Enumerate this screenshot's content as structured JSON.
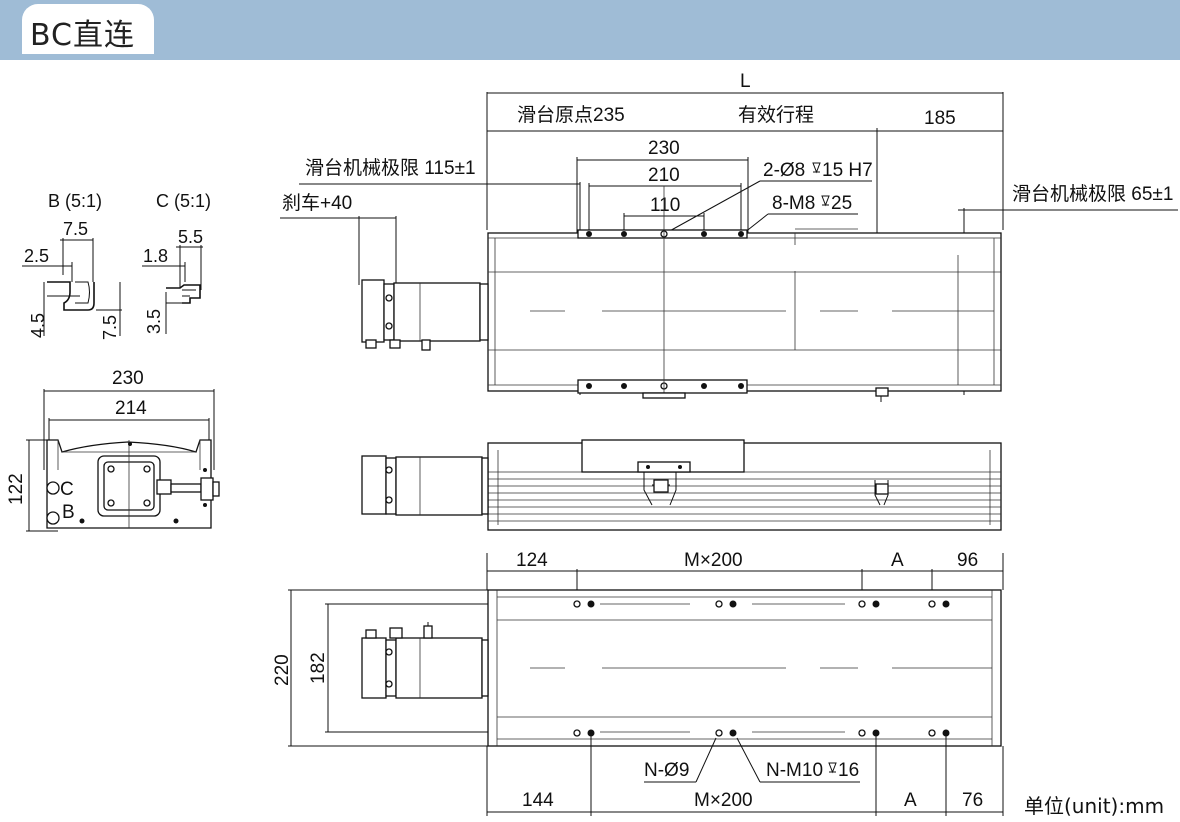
{
  "header": {
    "title": "BC直连"
  },
  "units": "单位(unit):mm",
  "top_view": {
    "L": "L",
    "origin": "滑台原点235",
    "stroke": "有效行程",
    "d185": "185",
    "d230": "230",
    "d210": "210",
    "d110": "110",
    "hole_pin": "2-Ø8",
    "hole_pin_depth": "15 H7",
    "hole_thread": "8-M8",
    "hole_thread_depth": "25",
    "mech_limit_left": "滑台机械极限 115±1",
    "brake": "刹车+40",
    "mech_limit_right": "滑台机械极限 65±1"
  },
  "details": {
    "b_title": "B (5:1)",
    "c_title": "C (5:1)",
    "b_75": "7.5",
    "b_25": "2.5",
    "b_45": "4.5",
    "b_75v": "7.5",
    "c_55": "5.5",
    "c_18": "1.8",
    "c_35": "3.5"
  },
  "end_view": {
    "w230": "230",
    "w214": "214",
    "h122": "122",
    "label_c": "C",
    "label_b": "B"
  },
  "bottom_view": {
    "d124": "124",
    "mx200_top": "M×200",
    "a_top": "A",
    "d96": "96",
    "h220": "220",
    "h182": "182",
    "hole_n9": "N-Ø9",
    "hole_nm10": "N-M10",
    "hole_nm10_depth": "16",
    "d144": "144",
    "mx200_bottom": "M×200",
    "a_bottom": "A",
    "d76": "76"
  },
  "icons": {
    "depth": "depth-symbol-icon",
    "diameter": "diameter-symbol"
  }
}
